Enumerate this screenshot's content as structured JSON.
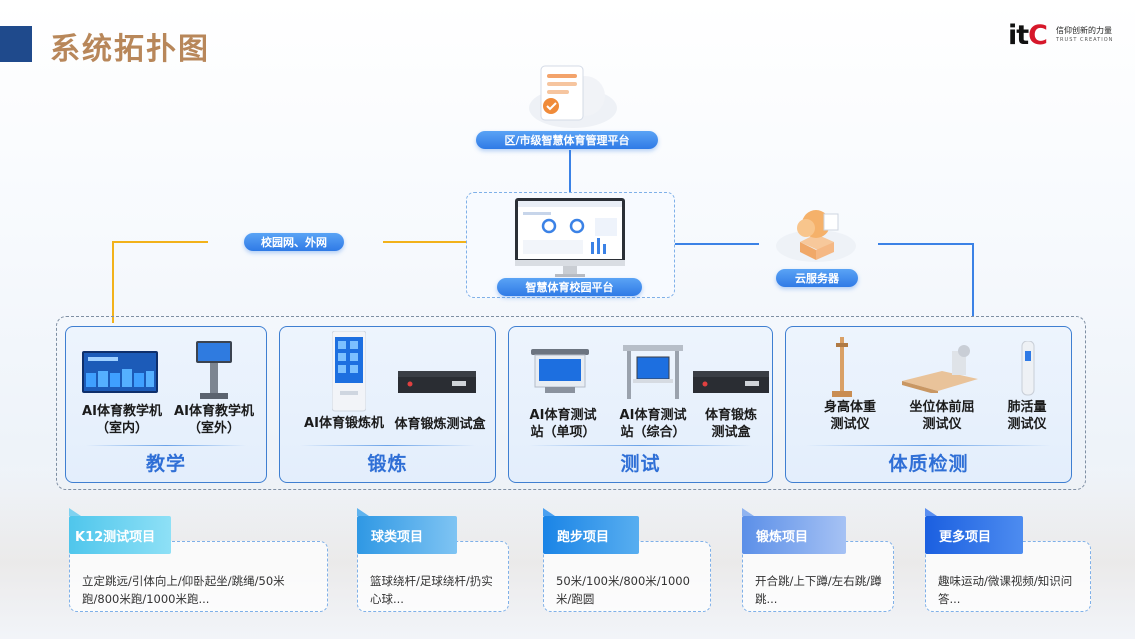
{
  "page_title": "系统拓扑图",
  "logo": {
    "mark_left": "it",
    "mark_right": "C",
    "slogan": "信仰创新的力量",
    "sub": "TRUST CREATION"
  },
  "nodes": {
    "district_platform": "区/市级智慧体育管理平台",
    "campus_platform": "智慧体育校园平台",
    "network": "校园网、外网",
    "cloud": "云服务器"
  },
  "groups": [
    {
      "label": "教学",
      "devices": [
        {
          "name_l1": "AI体育教学机",
          "name_l2": "（室内）"
        },
        {
          "name_l1": "AI体育教学机",
          "name_l2": "（室外）"
        }
      ]
    },
    {
      "label": "锻炼",
      "devices": [
        {
          "name_l1": "AI体育锻炼机",
          "name_l2": ""
        },
        {
          "name_l1": "体育锻炼测试盒",
          "name_l2": ""
        }
      ]
    },
    {
      "label": "测试",
      "devices": [
        {
          "name_l1": "AI体育测试",
          "name_l2": "站（单项）"
        },
        {
          "name_l1": "AI体育测试",
          "name_l2": "站（综合）"
        },
        {
          "name_l1": "体育锻炼",
          "name_l2": "测试盒"
        }
      ]
    },
    {
      "label": "体质检测",
      "devices": [
        {
          "name_l1": "身高体重",
          "name_l2": "测试仪"
        },
        {
          "name_l1": "坐位体前屈",
          "name_l2": "测试仪"
        },
        {
          "name_l1": "肺活量",
          "name_l2": "测试仪"
        }
      ]
    }
  ],
  "cards": [
    {
      "tab": "K12测试项目",
      "text": "立定跳远/引体向上/仰卧起坐/跳绳/50米跑/800米跑/1000米跑..."
    },
    {
      "tab": "球类项目",
      "text": "篮球绕杆/足球绕杆/扔实心球..."
    },
    {
      "tab": "跑步项目",
      "text": "50米/100米/800米/1000米/跑圆"
    },
    {
      "tab": "锻炼项目",
      "text": "开合跳/上下蹲/左右跳/蹲跳..."
    },
    {
      "tab": "更多项目",
      "text": "趣味运动/微课视频/知识问答..."
    }
  ],
  "colors": {
    "title": "#b8875a",
    "accent": "#2f7ae6",
    "group_label": "#2f6fd6",
    "net_line": "#f2b21b"
  }
}
